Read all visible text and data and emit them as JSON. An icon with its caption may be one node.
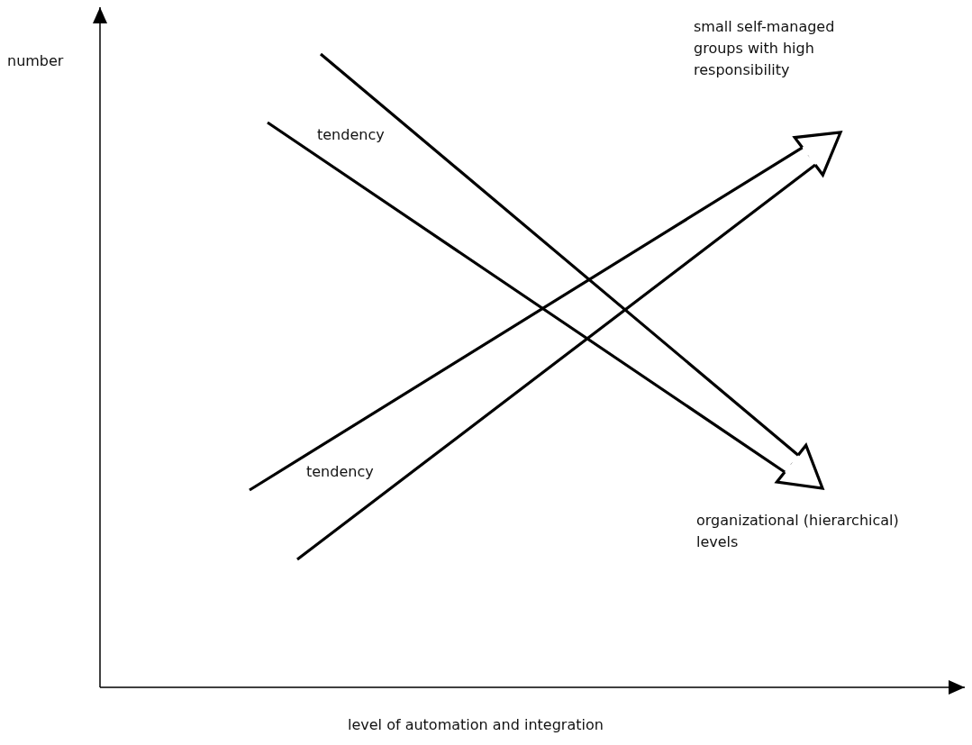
{
  "diagram": {
    "nodes": [
      {
        "text": [
          "small self-managed groups with high responsibility"
        ]
      },
      {
        "text": [
          "organizational (hierarchical) levels"
        ]
      }
    ],
    "edges": [
      {
        "from": null,
        "to": 0,
        "arrow": "to",
        "label": "tendency"
      },
      {
        "from": null,
        "to": 1,
        "arrow": "to",
        "label": "tendency"
      }
    ],
    "labels": [
      "number",
      "level of automation and integration"
    ]
  }
}
